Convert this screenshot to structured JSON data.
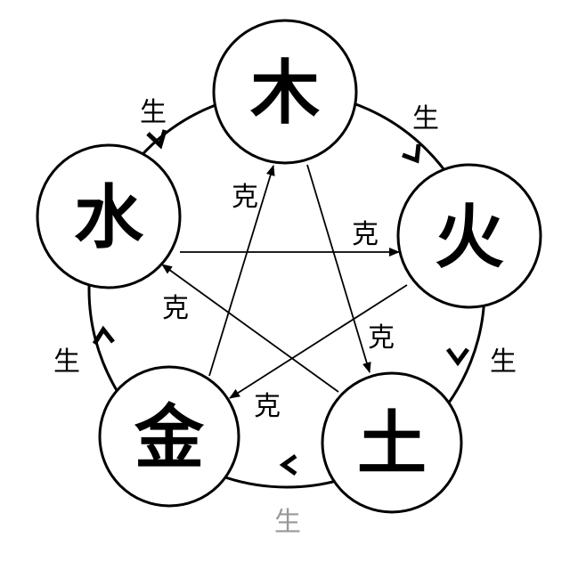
{
  "elements": {
    "wood": "木",
    "fire": "火",
    "earth": "土",
    "metal": "金",
    "water": "水"
  },
  "generating_label": "生",
  "controlling_label": "克",
  "colors": {
    "stroke": "#000000",
    "background": "#ffffff"
  }
}
